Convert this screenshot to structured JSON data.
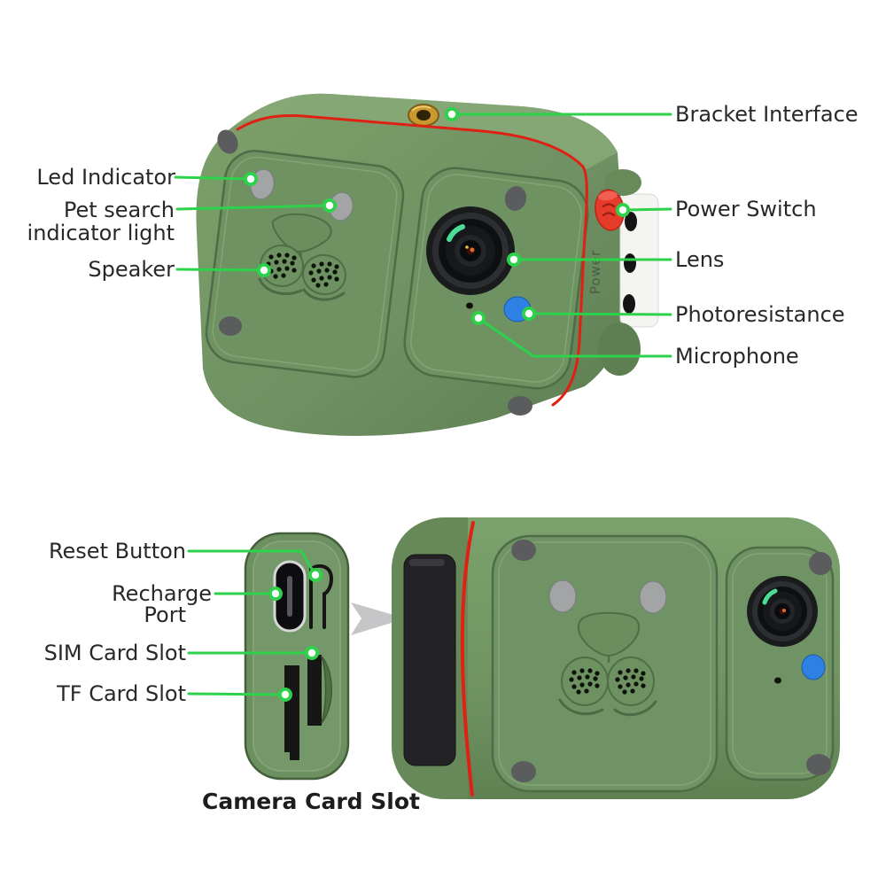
{
  "product": "pet camera annotated diagram",
  "colors": {
    "background": "#ffffff",
    "callout_green": "#2dd24b",
    "body_green": "#6f9163",
    "accent_red": "#df2114",
    "power_button_red": "#e63a2a",
    "photoresistance_blue": "#2f80e3",
    "bracket_gold": "#c9992f",
    "label_text": "#282828"
  },
  "top_view": {
    "labels": {
      "bracket_interface": "Bracket Interface",
      "led_indicator": "Led Indicator",
      "pet_search_line1": "Pet search",
      "pet_search_line2": "indicator light",
      "speaker": "Speaker",
      "power_switch": "Power Switch",
      "lens": "Lens",
      "photoresistance": "Photoresistance",
      "microphone": "Microphone"
    },
    "power_button_text": "Power"
  },
  "bottom_view": {
    "labels": {
      "reset_button": "Reset Button",
      "recharge_line1": "Recharge",
      "recharge_line2": "Port",
      "sim_card_slot": "SIM Card Slot",
      "tf_card_slot": "TF Card Slot"
    },
    "caption": "Camera Card Slot"
  }
}
